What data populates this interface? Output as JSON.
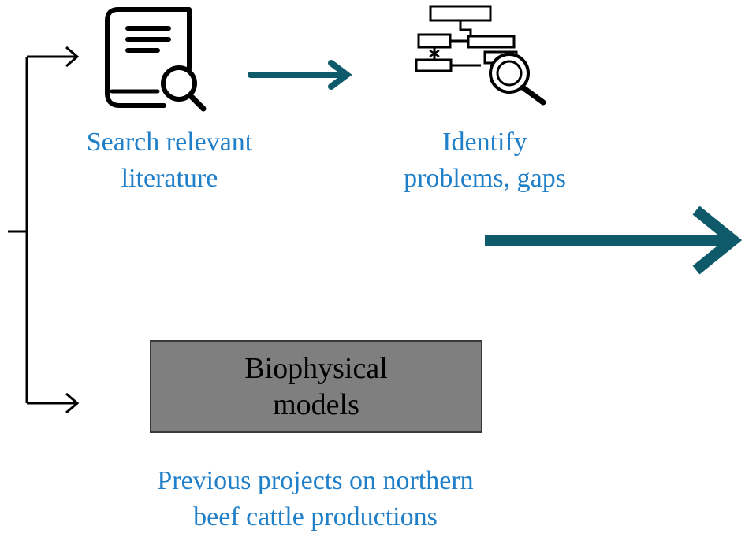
{
  "labels": {
    "search": "Search relevant\nliterature",
    "identify": "Identify\nproblems, gaps",
    "previous": "Previous projects on northern\nbeef cattle productions"
  },
  "box": {
    "text": "Biophysical\nmodels"
  },
  "colors": {
    "label_text": "#1f7fc8",
    "teal_arrow": "#0e5a6b",
    "box_fill": "#7f7f7f",
    "lines": "#000000"
  },
  "icons": {
    "literature": "document-with-magnifier-icon",
    "analysis": "flowchart-with-magnifier-icon"
  }
}
